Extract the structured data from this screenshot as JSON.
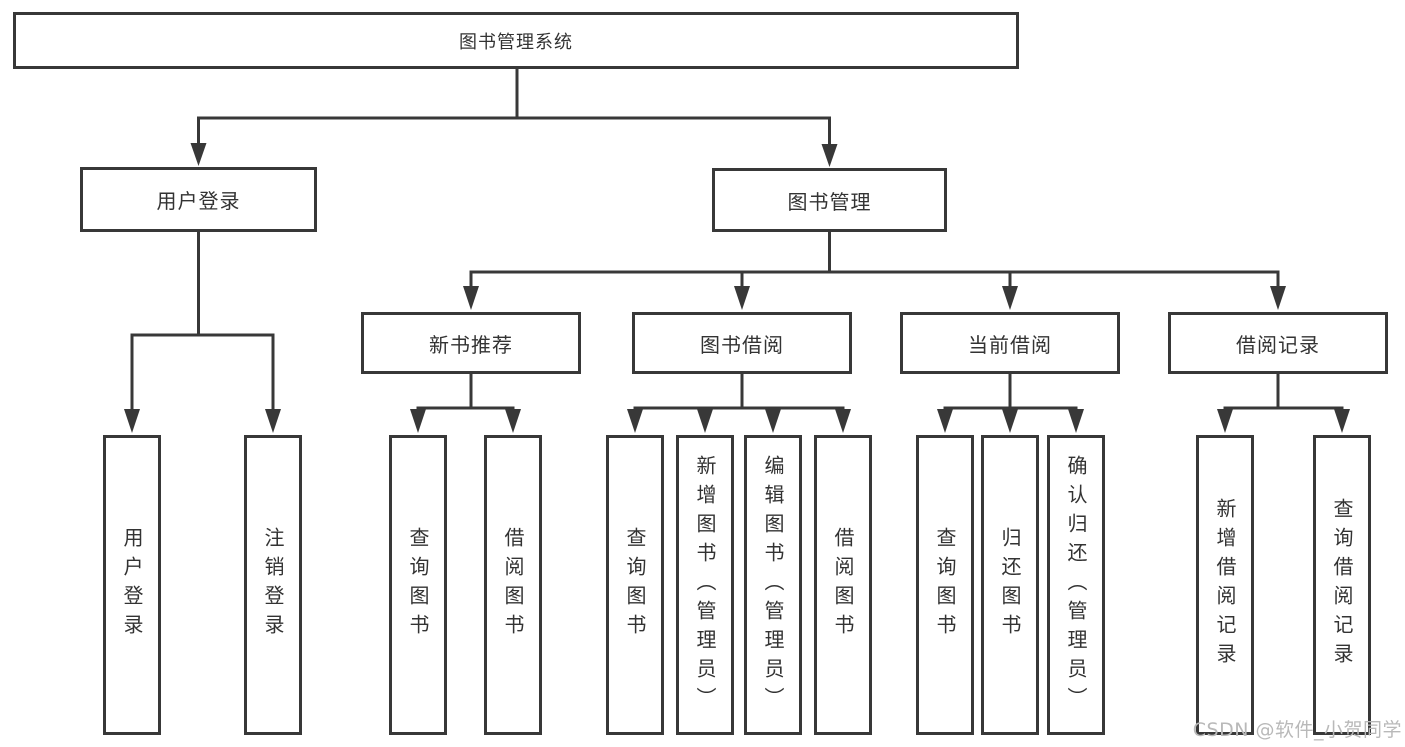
{
  "diagram": {
    "type": "tree",
    "root": {
      "id": "library-management-system",
      "label": "图书管理系统"
    },
    "level2": [
      {
        "id": "user-login",
        "label": "用户登录",
        "parent": "图书管理系统"
      },
      {
        "id": "book-management",
        "label": "图书管理",
        "parent": "图书管理系统"
      }
    ],
    "level3": [
      {
        "id": "new-book-recommend",
        "label": "新书推荐",
        "parent": "图书管理"
      },
      {
        "id": "book-borrowing",
        "label": "图书借阅",
        "parent": "图书管理"
      },
      {
        "id": "current-borrowing",
        "label": "当前借阅",
        "parent": "图书管理"
      },
      {
        "id": "borrowing-records",
        "label": "借阅记录",
        "parent": "图书管理"
      }
    ],
    "level4": [
      {
        "id": "user-login-leaf",
        "label": "用户登录",
        "parent": "用户登录"
      },
      {
        "id": "logout-leaf",
        "label": "注销登录",
        "parent": "用户登录"
      },
      {
        "id": "query-books-recommend",
        "label": "查询图书",
        "parent": "新书推荐"
      },
      {
        "id": "borrow-books-recommend",
        "label": "借阅图书",
        "parent": "新书推荐"
      },
      {
        "id": "query-books-borrowing",
        "label": "查询图书",
        "parent": "图书借阅"
      },
      {
        "id": "add-books-admin",
        "label": "新增图书（管理员）",
        "parent": "图书借阅"
      },
      {
        "id": "edit-books-admin",
        "label": "编辑图书（管理员）",
        "parent": "图书借阅"
      },
      {
        "id": "borrow-books-leaf",
        "label": "借阅图书",
        "parent": "图书借阅"
      },
      {
        "id": "query-books-current",
        "label": "查询图书",
        "parent": "当前借阅"
      },
      {
        "id": "return-books-leaf",
        "label": "归还图书",
        "parent": "当前借阅"
      },
      {
        "id": "confirm-return-admin",
        "label": "确认归还（管理员）",
        "parent": "当前借阅"
      },
      {
        "id": "add-borrow-record",
        "label": "新增借阅记录",
        "parent": "借阅记录"
      },
      {
        "id": "query-borrow-record",
        "label": "查询借阅记录",
        "parent": "借阅记录"
      }
    ],
    "colors": {
      "line": "#383838",
      "box_border": "#383838",
      "text": "#333333",
      "background": "#ffffff",
      "watermark": "#b9b9b9"
    }
  },
  "watermark": {
    "text": "CSDN @软件_小贺同学"
  }
}
